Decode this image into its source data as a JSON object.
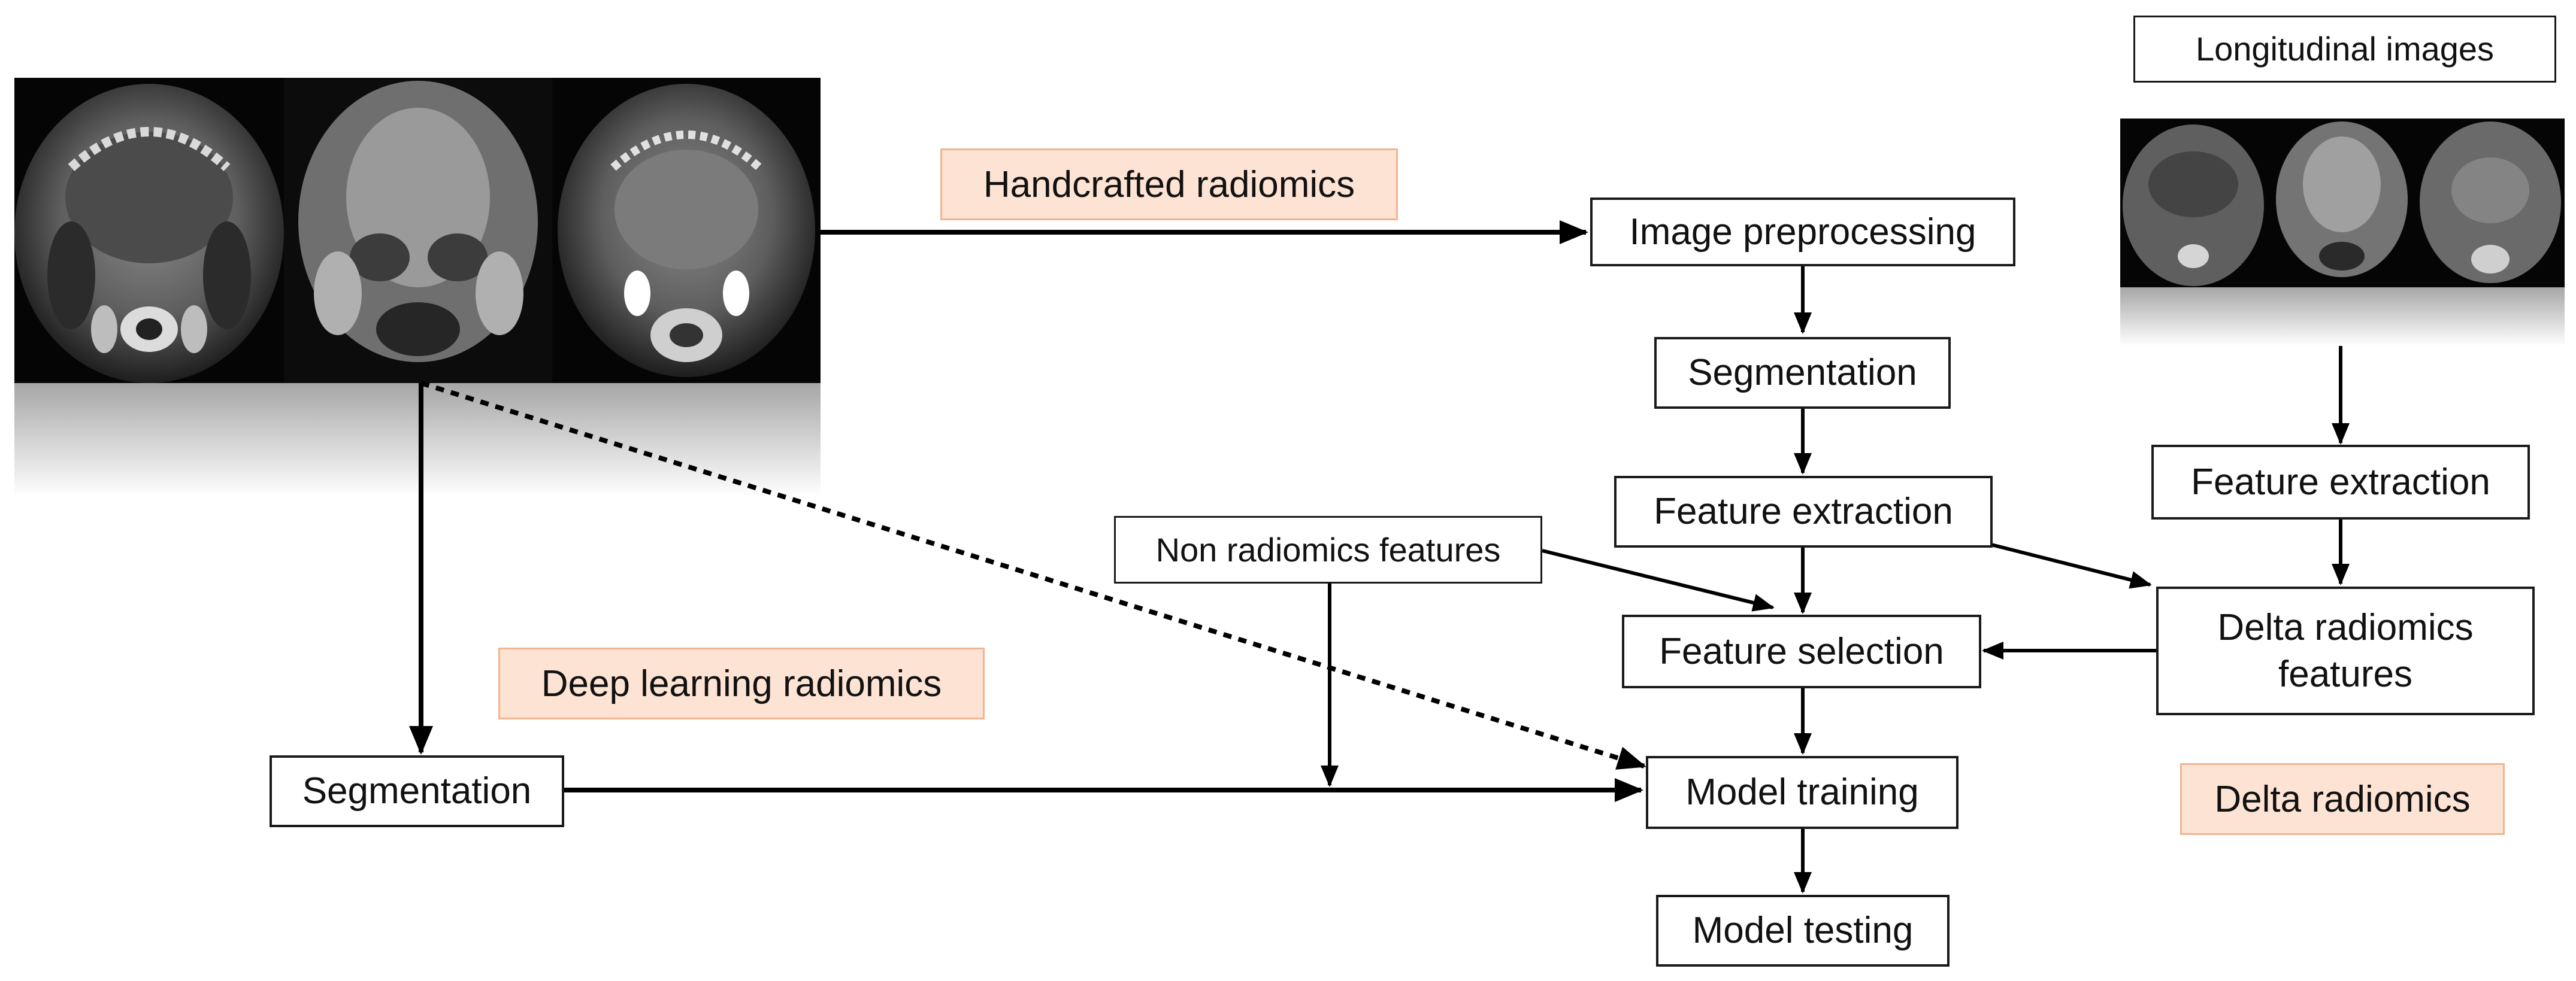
{
  "labels": {
    "longitudinal": "Longitudinal images",
    "handcrafted": "Handcrafted radiomics",
    "deep": "Deep learning radiomics",
    "delta": "Delta radiomics"
  },
  "nodes": {
    "image_preprocessing": "Image preprocessing",
    "segmentation_top": "Segmentation",
    "feature_extraction_main": "Feature extraction",
    "feature_selection": "Feature selection",
    "model_training": "Model training",
    "model_testing": "Model testing",
    "non_radiomics": "Non radiomics features",
    "segmentation_left": "Segmentation",
    "feature_extraction_delta": "Feature extraction",
    "delta_features": "Delta radiomics features"
  },
  "colors": {
    "tag_fill": "#fde3d3",
    "tag_border": "#f2b48f",
    "line": "#000000"
  },
  "icons": {
    "mri_left": "axial-mri-head-neck-triptych",
    "mri_right": "longitudinal-mri-triptych"
  }
}
